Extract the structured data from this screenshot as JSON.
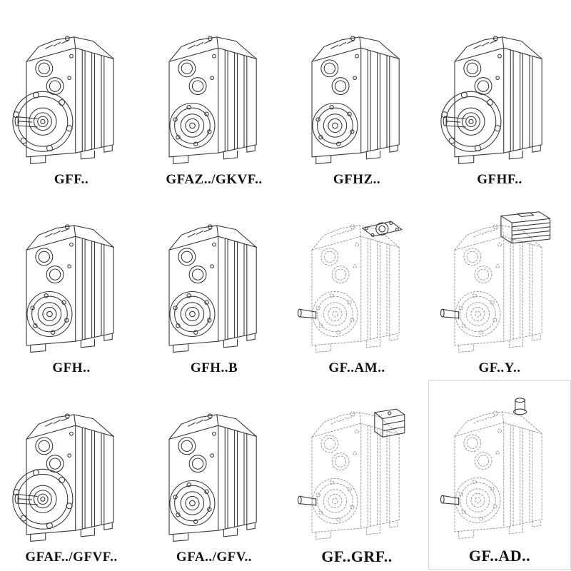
{
  "colors": {
    "ink": "#3a3a3a",
    "dashed": "#9a9a9a",
    "label": "#111111",
    "background": "#ffffff"
  },
  "catalog": {
    "description": "gear-reducer-variant-line-drawings",
    "columns": 4,
    "rows": 3
  },
  "items": [
    {
      "label": "GFF..",
      "variant": "flange",
      "large": false,
      "boxed": false
    },
    {
      "label": "GFAZ../GKVF..",
      "variant": "plain",
      "large": false,
      "boxed": false
    },
    {
      "label": "GFHZ..",
      "variant": "plain",
      "large": false,
      "boxed": false
    },
    {
      "label": "GFHF..",
      "variant": "flange",
      "large": false,
      "boxed": false
    },
    {
      "label": "GFH..",
      "variant": "plain",
      "large": false,
      "boxed": false
    },
    {
      "label": "GFH..B",
      "variant": "plain",
      "large": false,
      "boxed": false
    },
    {
      "label": "GF..AM..",
      "variant": "dash-am",
      "large": false,
      "boxed": false
    },
    {
      "label": "GF..Y..",
      "variant": "dash-y",
      "large": false,
      "boxed": false
    },
    {
      "label": "GFAF../GFVF..",
      "variant": "flange",
      "large": false,
      "boxed": false
    },
    {
      "label": "GFA../GFV..",
      "variant": "plain",
      "large": false,
      "boxed": false
    },
    {
      "label": "GF..GRF..",
      "variant": "dash-grf",
      "large": true,
      "boxed": false
    },
    {
      "label": "GF..AD..",
      "variant": "dash-ad",
      "large": true,
      "boxed": true
    }
  ]
}
